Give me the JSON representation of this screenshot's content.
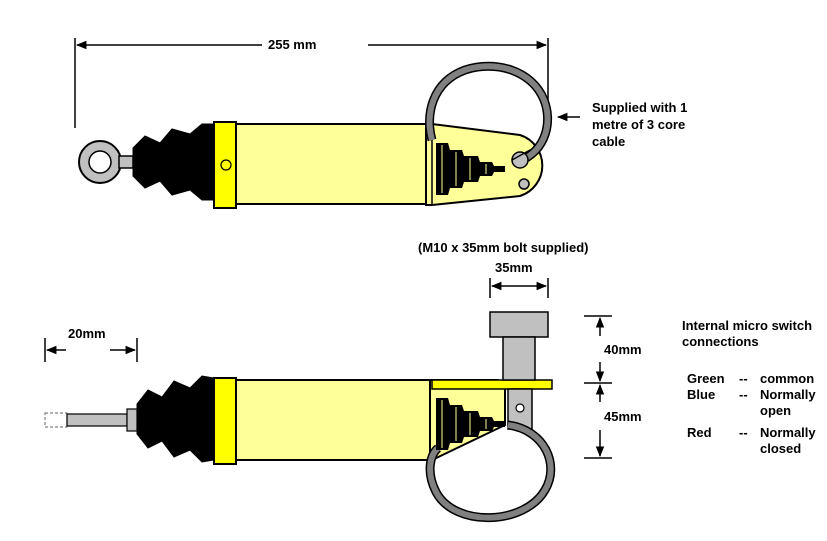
{
  "dimensions": {
    "length": "255 mm",
    "bolt_note": "(M10 x 35mm bolt supplied)",
    "bolt_width": "35mm",
    "stroke": "20mm",
    "height_upper": "40mm",
    "height_lower": "45mm"
  },
  "cable_note": {
    "line1": "Supplied with 1",
    "line2": "metre of 3 core",
    "line3": "cable"
  },
  "connections": {
    "title_line1": "Internal micro switch",
    "title_line2": "connections",
    "rows": [
      {
        "color": "Green",
        "sep": "--",
        "desc": [
          "common"
        ]
      },
      {
        "color": "Blue",
        "sep": "--",
        "desc": [
          "Normally",
          "open"
        ]
      },
      {
        "color": "Red",
        "sep": "--",
        "desc": [
          "Normally",
          "closed"
        ]
      }
    ]
  },
  "colors": {
    "body_yellow": "#ffff99",
    "collar_yellow": "#ffff00",
    "boot_black": "#000000",
    "cable_grey": "#808080",
    "bracket_grey": "#c0c0c0"
  }
}
